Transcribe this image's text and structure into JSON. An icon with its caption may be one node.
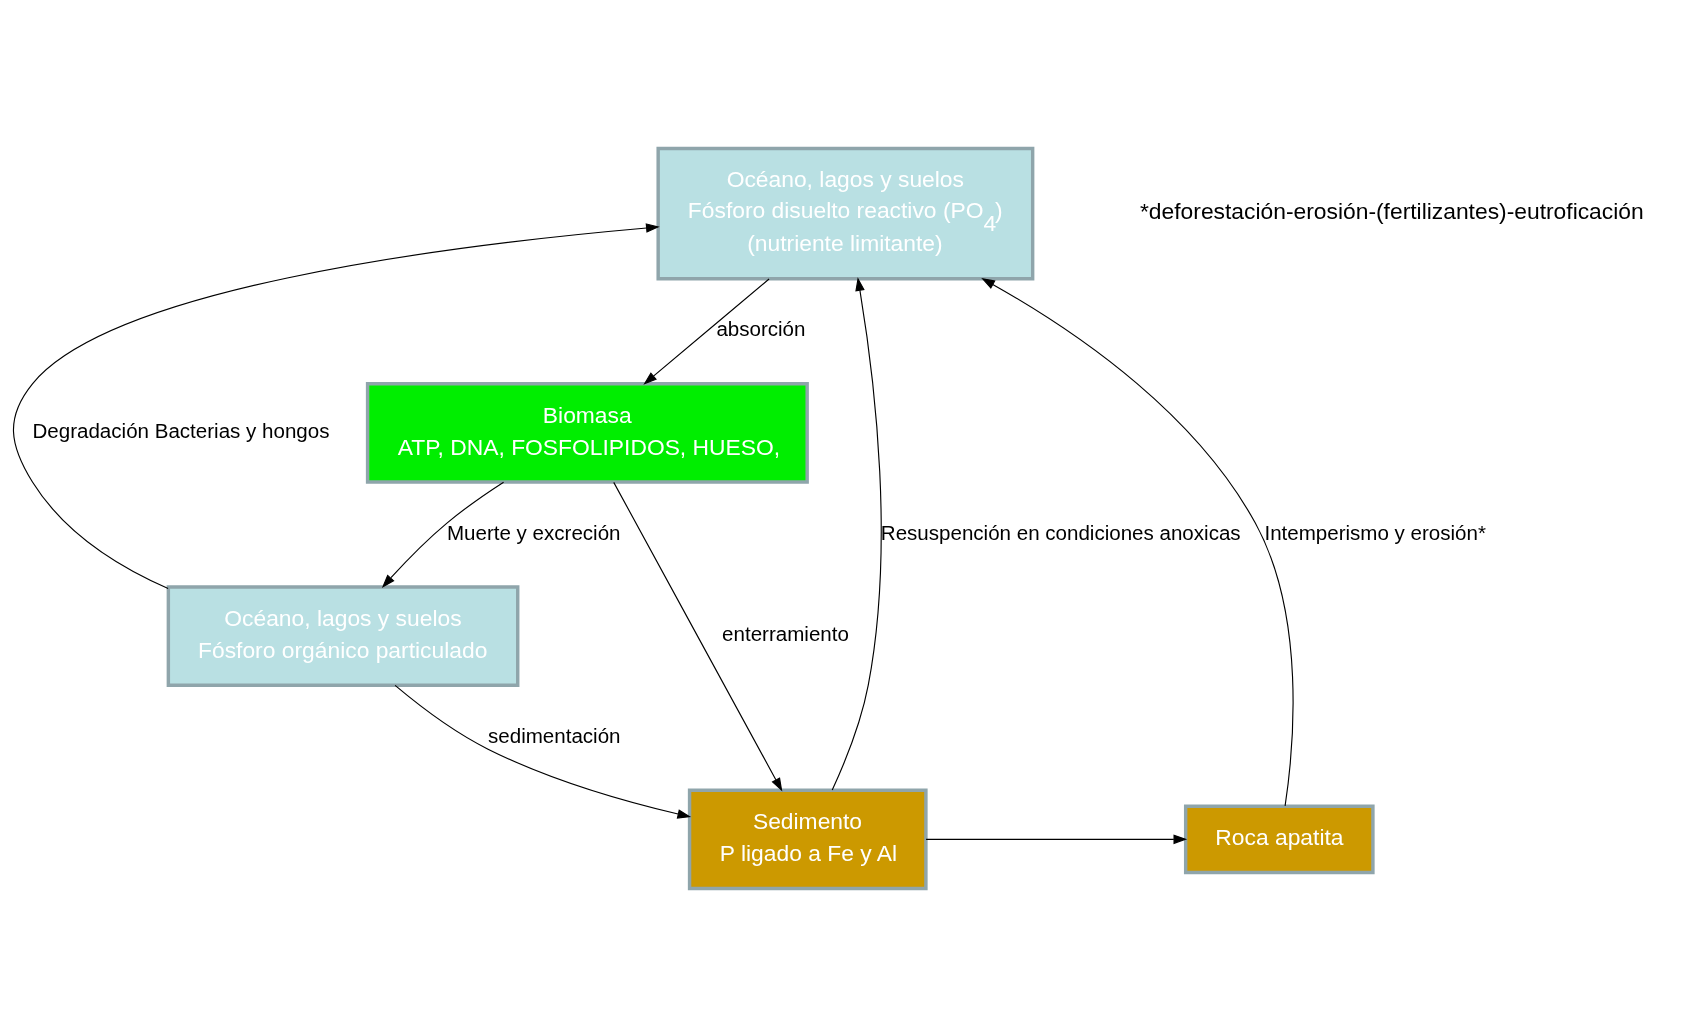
{
  "diagram": {
    "nodes": [
      {
        "text": [
          "Océano, lagos y suelos",
          "Fósforo disuelto reactivo (PO$_{4}$)",
          "(nutriente limitante)"
        ]
      },
      {
        "text": [
          "Océano, lagos y suelos",
          "Fósforo orgánico particulado"
        ]
      },
      {
        "text": [
          "Biomasa",
          "ATP, DNA, FOSFOLIPIDOS, HUESO,"
        ]
      },
      {
        "text": [
          "Roca apatita"
        ]
      },
      {
        "text": [
          "Sedimento",
          "P ligado a Fe y Al"
        ]
      }
    ],
    "edges": [
      {
        "from": 0,
        "to": 2,
        "arrow": "to",
        "label": "absorción"
      },
      {
        "from": 1,
        "to": 0,
        "arrow": "to",
        "label": "Degradación Bacterias y hongos"
      },
      {
        "from": 2,
        "to": 1,
        "arrow": "to",
        "label": "Muerte y excreción"
      },
      {
        "from": 1,
        "to": 4,
        "arrow": "to",
        "label": "sedimentación"
      },
      {
        "from": 2,
        "to": 4,
        "arrow": "to",
        "label": "enterramiento"
      },
      {
        "from": 4,
        "to": 3,
        "arrow": "to"
      },
      {
        "from": 3,
        "to": 0,
        "arrow": "to",
        "label": "Intemperismo y erosión*"
      },
      {
        "from": 4,
        "to": 0,
        "arrow": "to",
        "label": "Resuspención en condiciones anoxicas"
      }
    ],
    "labels": [
      "*deforestación-erosión-(fertilizantes)-eutroficación"
    ]
  }
}
